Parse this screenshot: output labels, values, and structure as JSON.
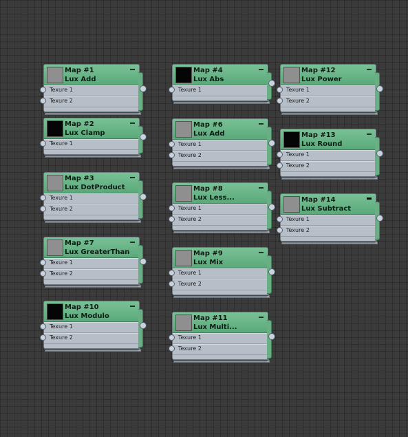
{
  "nodes": [
    {
      "id": "Map #1",
      "name": "Lux Add",
      "thumb": "gray",
      "inputs": [
        "Texure 1",
        "Texure 2"
      ]
    },
    {
      "id": "Map #2",
      "name": "Lux Clamp",
      "thumb": "black",
      "inputs": [
        "Texure 1"
      ]
    },
    {
      "id": "Map #3",
      "name": "Lux DotProduct",
      "thumb": "gray",
      "inputs": [
        "Texure 1",
        "Texure 2"
      ]
    },
    {
      "id": "Map #7",
      "name": "Lux GreaterThan",
      "thumb": "gray",
      "inputs": [
        "Texure 1",
        "Texure 2"
      ]
    },
    {
      "id": "Map #10",
      "name": "Lux Modulo",
      "thumb": "black",
      "inputs": [
        "Texure 1",
        "Texure 2"
      ]
    },
    {
      "id": "Map #4",
      "name": "Lux Abs",
      "thumb": "black",
      "inputs": [
        "Texure 1"
      ]
    },
    {
      "id": "Map #6",
      "name": "Lux Add",
      "thumb": "gray",
      "inputs": [
        "Texure 1",
        "Texure 2"
      ]
    },
    {
      "id": "Map #8",
      "name": "Lux Less...",
      "thumb": "gray",
      "inputs": [
        "Texure 1",
        "Texure 2"
      ]
    },
    {
      "id": "Map #9",
      "name": "Lux Mix",
      "thumb": "gray",
      "inputs": [
        "Texure 1",
        "Texure 2"
      ]
    },
    {
      "id": "Map #11",
      "name": "Lux  Multi...",
      "thumb": "gray",
      "inputs": [
        "Texure 1",
        "Texure 2"
      ]
    },
    {
      "id": "Map #12",
      "name": "Lux Power",
      "thumb": "gray",
      "inputs": [
        "Texure 1",
        "Texure 2"
      ]
    },
    {
      "id": "Map #13",
      "name": "Lux Round",
      "thumb": "black",
      "inputs": [
        "Texure 1",
        "Texure 2"
      ]
    },
    {
      "id": "Map #14",
      "name": "Lux Subtract",
      "thumb": "gray",
      "inputs": [
        "Texure 1",
        "Texure 2"
      ],
      "selected": true
    }
  ],
  "colors": {
    "background": "#3b3b3b",
    "header": "#6db68a",
    "body": "#b6bec7",
    "socket": "#c9d3dd"
  }
}
